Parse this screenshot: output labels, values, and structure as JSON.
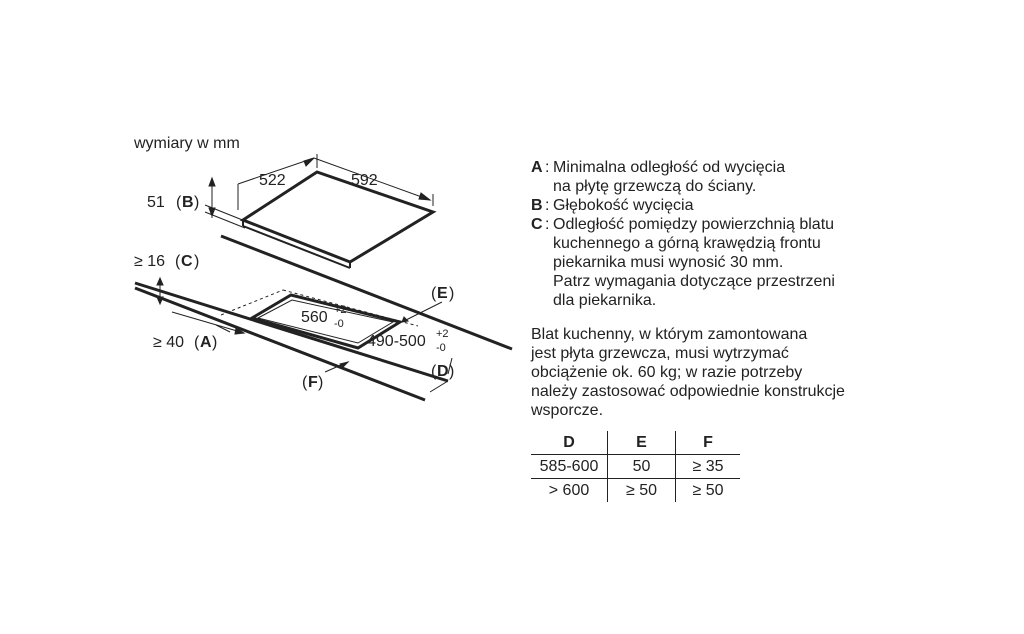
{
  "units_note": "wymiary w mm",
  "diagram": {
    "hob_width": "522",
    "hob_depth": "592",
    "b_value": "51",
    "b_key": "B",
    "c_value": "≥ 16",
    "c_key": "C",
    "a_value": "≥ 40",
    "a_key": "A",
    "cutout_depth_main": "560",
    "cutout_depth_tol_plus": "+2",
    "cutout_depth_tol_minus": "-0",
    "cutout_width_main": "490-500",
    "cutout_width_tol_plus": "+2",
    "cutout_width_tol_minus": "-0",
    "e_key": "E",
    "d_key": "D",
    "f_key": "F"
  },
  "legend": [
    {
      "key": "A",
      "lines": [
        "Minimalna odległość od wycięcia",
        "na płytę grzewczą do ściany."
      ]
    },
    {
      "key": "B",
      "lines": [
        "Głębokość wycięcia"
      ]
    },
    {
      "key": "C",
      "lines": [
        "Odległość pomiędzy powierzchnią blatu",
        "kuchennego a górną krawędzią frontu",
        "piekarnika musi wynosić 30 mm.",
        "Patrz wymagania dotyczące przestrzeni",
        "dla piekarnika."
      ]
    }
  ],
  "note": [
    "Blat kuchenny, w którym zamontowana",
    "jest płyta grzewcza, musi wytrzymać",
    "obciążenie ok. 60 kg; w razie potrzeby",
    "należy zastosować odpowiednie konstrukcje",
    "wsporcze."
  ],
  "table": {
    "headers": [
      "D",
      "E",
      "F"
    ],
    "rows": [
      [
        "585-600",
        "50",
        "≥ 35"
      ],
      [
        "> 600",
        "≥ 50",
        "≥ 50"
      ]
    ]
  }
}
